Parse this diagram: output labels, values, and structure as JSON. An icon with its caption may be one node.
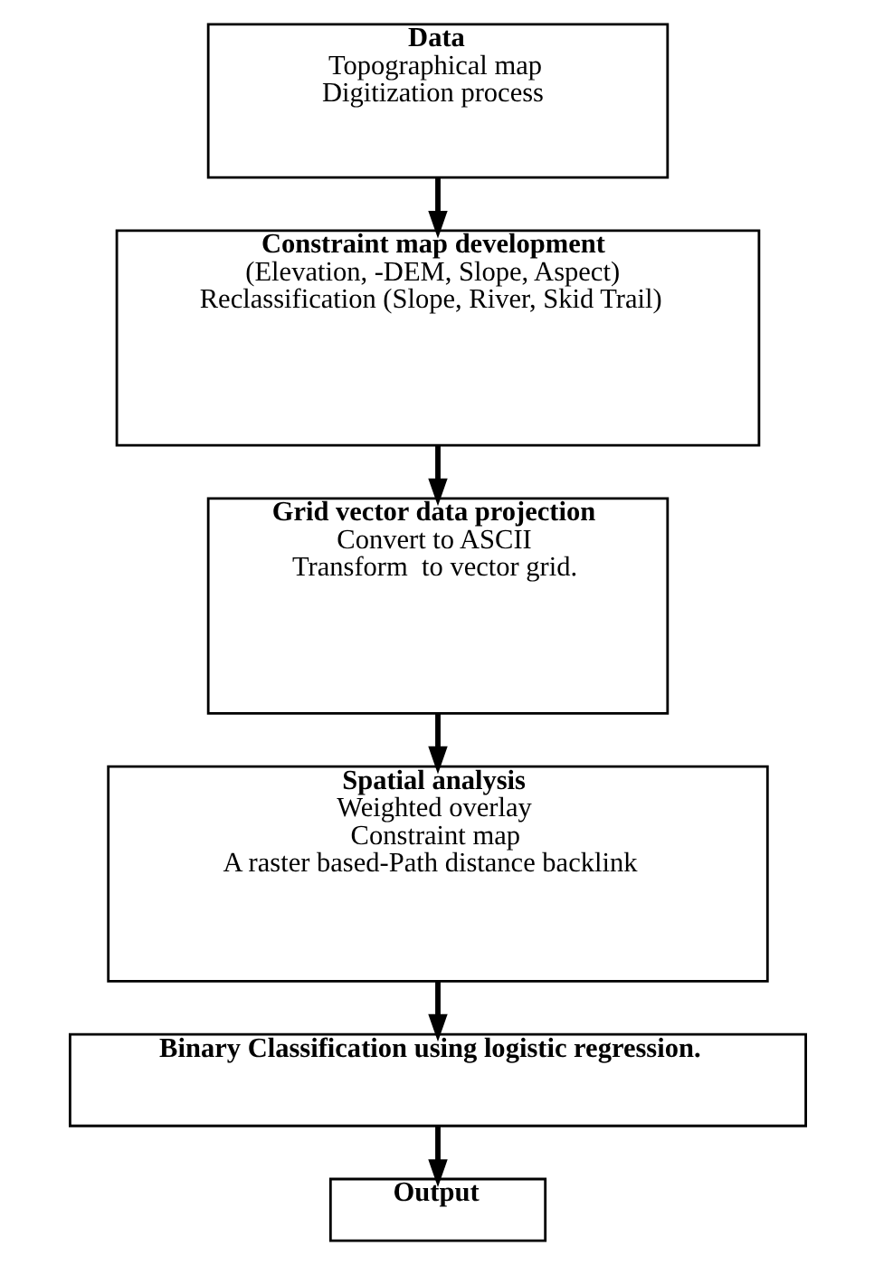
{
  "diagram": {
    "nodes": [
      {
        "text": [
          "Data",
          "Topographical map",
          "Digitization process"
        ]
      },
      {
        "text": [
          "Constraint map development",
          "(Elevation, -DEM, Slope, Aspect)",
          "Reclassification (Slope, River, Skid Trail)"
        ]
      },
      {
        "text": [
          "Grid vector data projection",
          "Convert to ASCII",
          "Transform  to vector grid."
        ]
      },
      {
        "text": [
          "Spatial analysis",
          "Weighted overlay",
          "Constraint map",
          "A raster based-Path distance backlink"
        ]
      },
      {
        "text": [
          "Binary Classification using logistic regression."
        ]
      },
      {
        "text": [
          "Output"
        ]
      }
    ],
    "edges": [
      {
        "from": 0,
        "to": 1,
        "arrow": "to"
      },
      {
        "from": 1,
        "to": 2,
        "arrow": "to"
      },
      {
        "from": 2,
        "to": 3,
        "arrow": "to"
      },
      {
        "from": 3,
        "to": 4,
        "arrow": "to"
      },
      {
        "from": 4,
        "to": 5,
        "arrow": "to"
      }
    ]
  }
}
